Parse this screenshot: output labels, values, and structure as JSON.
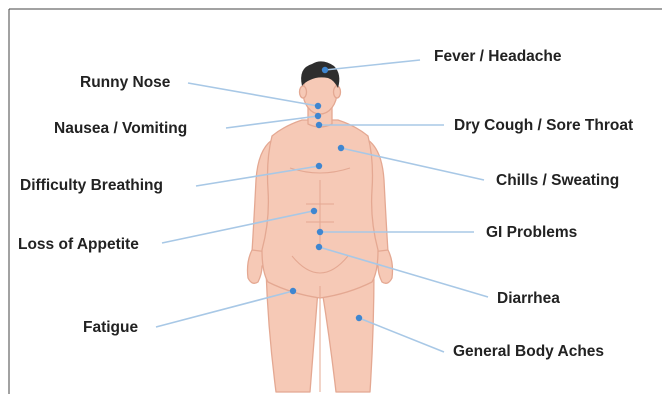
{
  "symptoms": {
    "fever": "Fever / Headache",
    "runny_nose": "Runny Nose",
    "nausea": "Nausea / Vomiting",
    "dry_cough": "Dry Cough / Sore Throat",
    "difficulty_breathing": "Difficulty Breathing",
    "chills": "Chills / Sweating",
    "loss_of_appetite": "Loss of Appetite",
    "gi_problems": "GI Problems",
    "diarrhea": "Diarrhea",
    "fatigue": "Fatigue",
    "body_aches": "General Body Aches"
  },
  "colors": {
    "marker": "#3f86d0",
    "leader_line": "#a8c8e6",
    "skin": "#f6c9b6",
    "hair": "#2e2e2e"
  }
}
